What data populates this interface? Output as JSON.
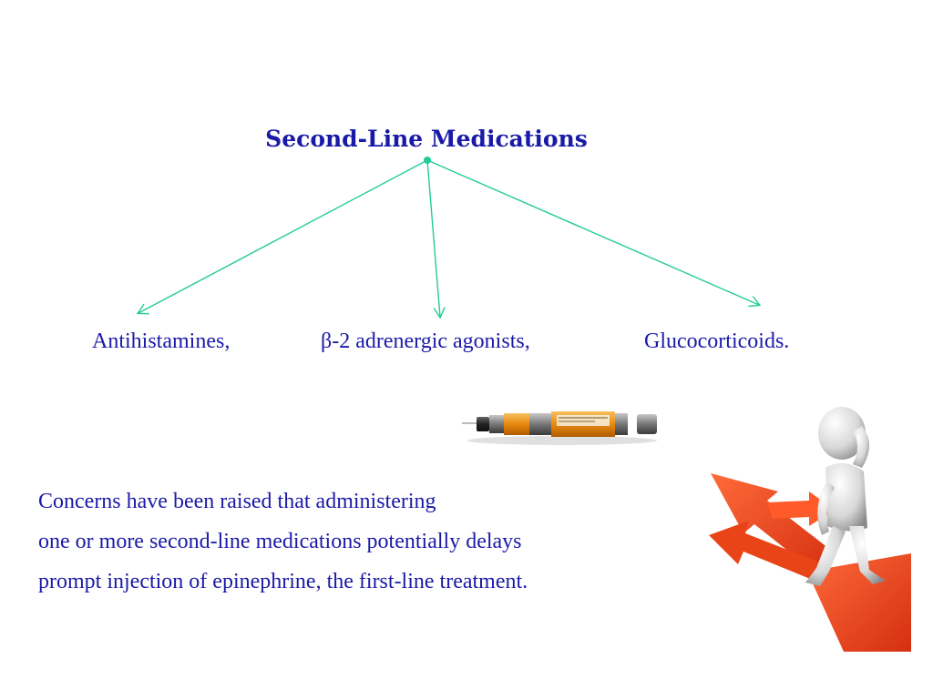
{
  "slide": {
    "title": "Second-Line Medications",
    "items": [
      {
        "label": "Antihistamines,"
      },
      {
        "label": "β-2 adrenergic agonists,"
      },
      {
        "label": "Glucocorticoids."
      }
    ],
    "body": [
      "Concerns have been raised that administering",
      "one or more second-line medications potentially delays",
      "prompt injection of epinephrine, the first-line treatment."
    ]
  },
  "colors": {
    "text": "#1a1aa8",
    "connector": "#22cc99",
    "arrow": "#ee4422"
  },
  "icons": {
    "pen": "epinephrine-autoinjector-icon",
    "figure": "thinking-person-at-crossroads-icon"
  }
}
